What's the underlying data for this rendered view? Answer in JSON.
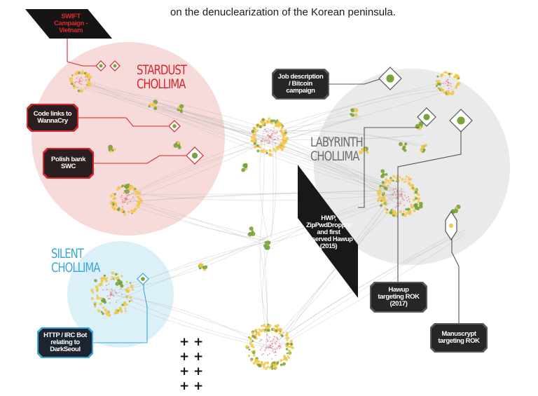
{
  "intro": {
    "line1": "",
    "line2": "on the denuclearization of the Korean peninsula."
  },
  "groups": {
    "stardust": {
      "line1": "STARDUST",
      "line2": "CHOLLIMA",
      "color": "#d7262c"
    },
    "labyrinth": {
      "line1": "LABYRINTH",
      "line2": "CHOLLIMA",
      "color": "#6e6e6e"
    },
    "silent": {
      "line1": "SILENT",
      "line2": "CHOLLIMA",
      "color": "#3aa7d6"
    }
  },
  "callouts": {
    "swift": [
      "SWIFT",
      "Campaign -",
      "Vietnam"
    ],
    "wannacry": [
      "Code links to",
      "WannaCry"
    ],
    "polish": [
      "Polish bank",
      "SWC"
    ],
    "jobdesc": [
      "Job description",
      "/ Bitcoin",
      "campaign"
    ],
    "hwp": [
      "HWP,",
      "ZipPwdDropper",
      "and first",
      "observed Hawup",
      "(2015)"
    ],
    "hawup": [
      "Hawup",
      "targeting ROK",
      "(2017)"
    ],
    "manuscrypt": [
      "Manuscrypt",
      "targeting ROK"
    ],
    "httpirc": [
      "HTTP / IRC Bot",
      "relating to",
      "DarkSeoul"
    ]
  },
  "colors": {
    "stardust_zone": "#f6d3d3",
    "labyrinth_zone": "#e4e4e4",
    "silent_zone": "#d8eef7",
    "node_yellow": "#f3c64a",
    "node_green": "#7aa33a",
    "node_pink": "#e46a7a",
    "edge": "#b8b8b8"
  },
  "legend_marks": "plus-grid"
}
